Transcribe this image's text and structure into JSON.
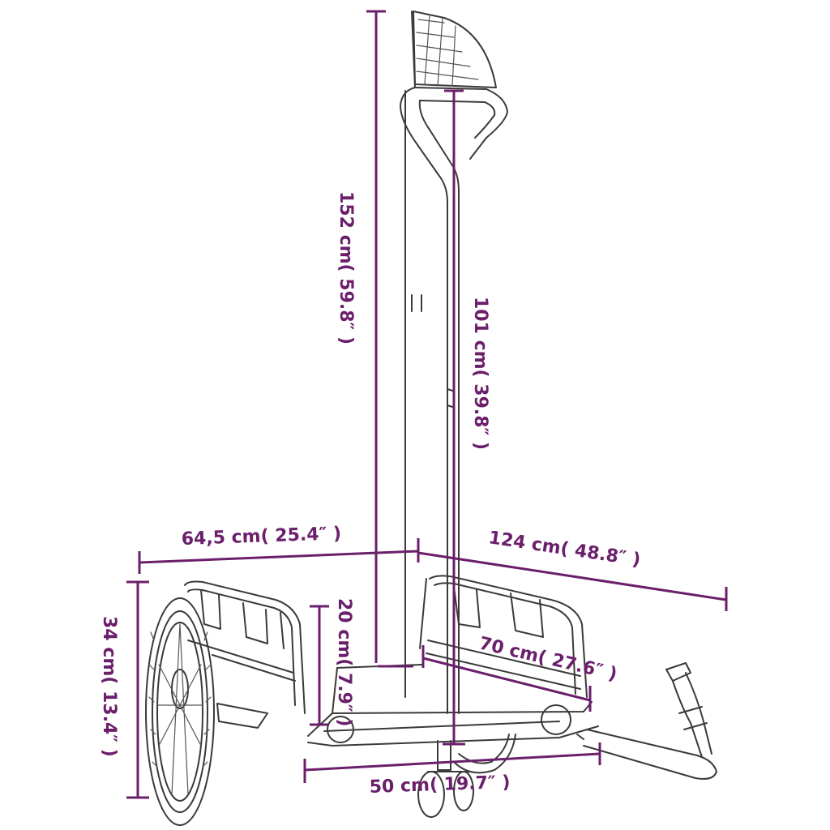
{
  "colors": {
    "dimension": "#6b1f6b",
    "line_art": "#3a3a3a"
  },
  "dimensions": {
    "total_height": "152 cm( 59.8″ )",
    "handle_height": "101 cm( 39.8″ )",
    "width": "64,5 cm( 25.4″ )",
    "length": "124 cm( 48.8″ )",
    "cargo_depth": "70 cm( 27.6″ )",
    "wall_height": "20 cm( 7.9″ )",
    "wheel_height": "34 cm( 13.4″ )",
    "bed_width": "50 cm( 19.7″ )"
  }
}
